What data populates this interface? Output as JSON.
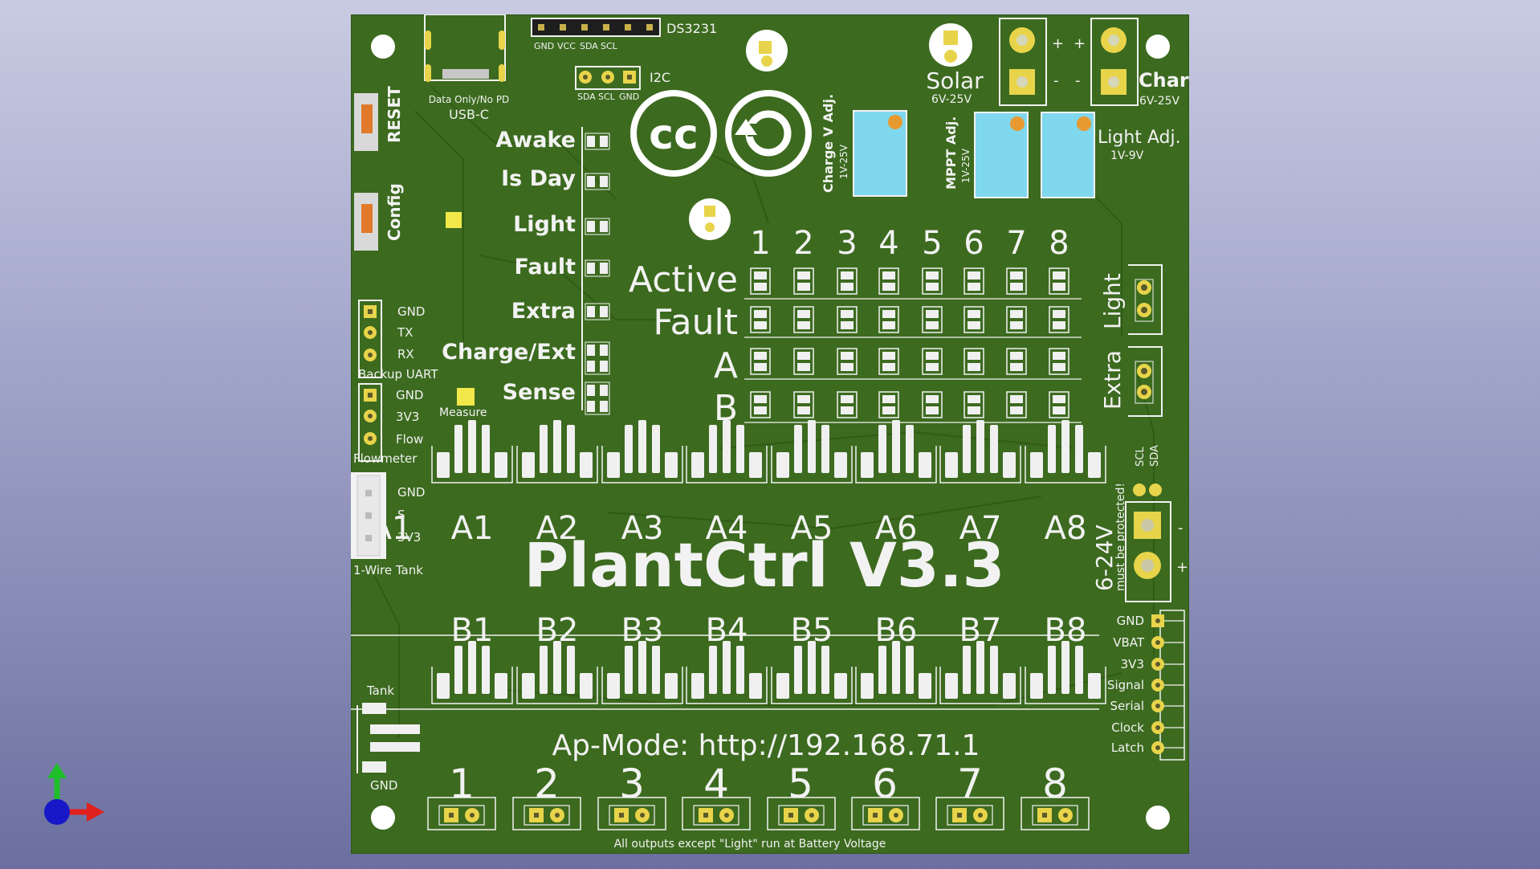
{
  "board": {
    "title": "PlantCtrl V3.3",
    "ap_mode": "Ap-Mode: http://192.168.71.1",
    "footer_note": "All outputs except \"Light\" run at Battery Voltage",
    "colors": {
      "pcb": "#3c6a1f",
      "silk": "#f2f2f2",
      "pad": "#e8d44a",
      "pot": "#7fd8ee",
      "led_pad": "#f0f0f0"
    }
  },
  "top": {
    "ds3231_label": "DS3231",
    "ds3231_pins": [
      "GND",
      "VCC",
      "SDA",
      "SCL"
    ],
    "usb_label": "USB-C",
    "usb_note": "Data Only/No PD",
    "i2c_label": "I2C",
    "i2c_pins": [
      "SDA",
      "SCL",
      "GND"
    ],
    "reset_label": "RESET",
    "config_label": "Config",
    "solar_label": "Solar",
    "solar_range": "6V-25V",
    "charger_label": "Charger",
    "charger_range": "6V-25V",
    "charge_v_adj": "Charge V Adj.",
    "charge_v_range": "1V-25V",
    "mppt_adj": "MPPT Adj.",
    "mppt_range": "1V-25V",
    "light_adj": "Light Adj.",
    "light_range": "1V-9V",
    "plus": "+",
    "minus": "-"
  },
  "status_leds": [
    "Awake",
    "Is Day",
    "Light",
    "Fault",
    "Extra",
    "Charge/Ext",
    "Sense"
  ],
  "matrix": {
    "columns": [
      "1",
      "2",
      "3",
      "4",
      "5",
      "6",
      "7",
      "8"
    ],
    "rows": [
      "Active",
      "Fault",
      "A",
      "B"
    ]
  },
  "left": {
    "uart_pins": [
      "GND",
      "TX",
      "RX"
    ],
    "uart_label": "Backup UART",
    "measure_label": "Measure",
    "flow_pins": [
      "GND",
      "3V3",
      "Flow"
    ],
    "flow_label": "Flowmeter",
    "tank_pins": [
      "GND",
      "S",
      "3V3"
    ],
    "tank_label": "1-Wire Tank",
    "tank_conn_label": "Tank",
    "tank_gnd_label": "GND"
  },
  "right": {
    "light_conn": "Light",
    "extra_conn": "Extra",
    "i2c_side": [
      "SCL",
      "SDA"
    ],
    "vin_label": "6-24V",
    "vin_note": "must be protected!",
    "expansion_pins": [
      "GND",
      "VBAT",
      "3V3",
      "Signal",
      "Serial",
      "Clock",
      "Latch"
    ]
  },
  "sensors_a": [
    "A1",
    "A2",
    "A3",
    "A4",
    "A5",
    "A6",
    "A7",
    "A8"
  ],
  "sensors_b": [
    "B1",
    "B2",
    "B3",
    "B4",
    "B5",
    "B6",
    "B7",
    "B8"
  ],
  "outputs": [
    "1",
    "2",
    "3",
    "4",
    "5",
    "6",
    "7",
    "8"
  ]
}
